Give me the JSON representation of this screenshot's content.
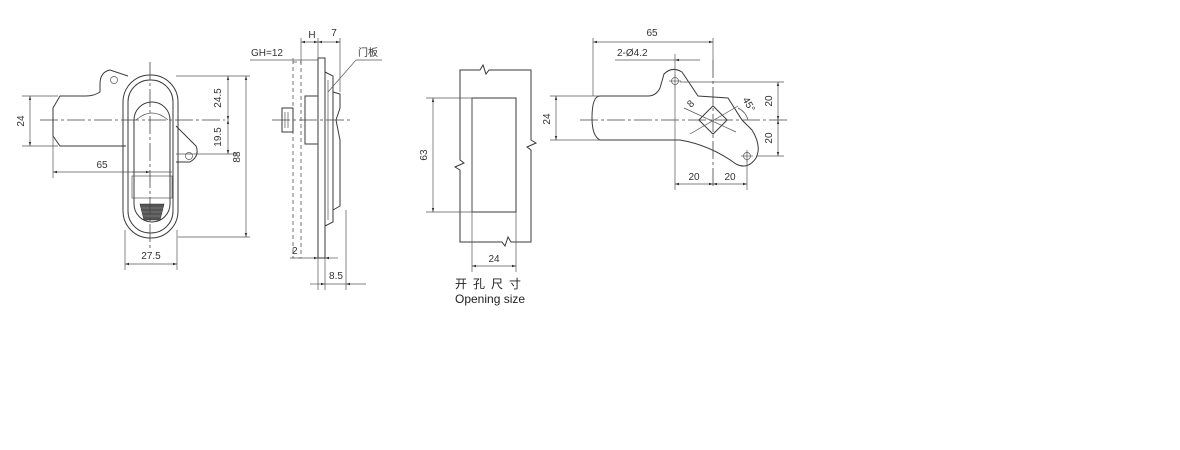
{
  "front_view": {
    "dim_left_height": "24",
    "dim_length": "65",
    "dim_top": "24.5",
    "dim_mid": "19.5",
    "dim_total": "88",
    "dim_width": "27.5"
  },
  "side_view": {
    "dim_gh": "GH=12",
    "dim_h": "H",
    "dim_7": "7",
    "label_panel": "门板",
    "dim_2": "2",
    "dim_8_5": "8.5"
  },
  "opening": {
    "dim_height": "63",
    "dim_width": "24",
    "caption_cn": "开孔尺寸",
    "caption_en": "Opening size"
  },
  "cam_view": {
    "dim_65": "65",
    "dim_holes": "2-Ø4.2",
    "dim_24": "24",
    "dim_8": "8",
    "dim_angle": "45°",
    "dim_20_top": "20",
    "dim_20_bottom": "20",
    "dim_20_h1": "20",
    "dim_20_h2": "20"
  }
}
